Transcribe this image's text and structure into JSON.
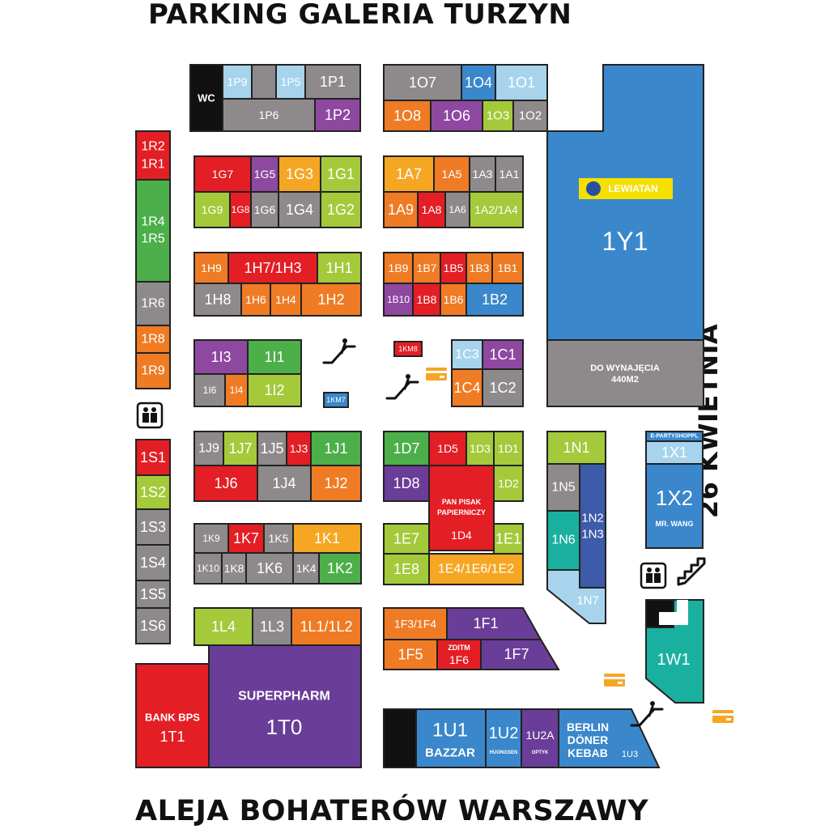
{
  "streets": {
    "top": "PARKING GALERIA TURZYN",
    "bottom": "ALEJA BOHATERÓW WARSZAWY",
    "right": "26 KWIETNIA"
  },
  "colors": {
    "gray": "#8e8a8b",
    "lightblue": "#a7d4ec",
    "blue": "#3a87cb",
    "purple": "#8e48a0",
    "violet": "#6a3d98",
    "orange": "#ef7b24",
    "yellow": "#f5a623",
    "lime": "#a4c93a",
    "green": "#4caf4a",
    "red": "#e31e24",
    "teal": "#1ab0a0",
    "navy": "#3d5ba8",
    "black": "#111111"
  },
  "units": {
    "WC": "WC",
    "1P9": "1P9",
    "1P5": "1P5",
    "1P1": "1P1",
    "1P6": "1P6",
    "1P2": "1P2",
    "1O7": "1O7",
    "1O4": "1O4",
    "1O1": "1O1",
    "1O8": "1O8",
    "1O6": "1O6",
    "1O3": "1O3",
    "1O2": "1O2",
    "1Y1": "1Y1",
    "LEWIATAN": "LEWIATAN",
    "RENT": "DO WYNAJĘCIA",
    "RENT_AREA": "440M2",
    "1R2": "1R2",
    "1R1": "1R1",
    "1R4": "1R4",
    "1R5": "1R5",
    "1R6": "1R6",
    "1R8": "1R8",
    "1R9": "1R9",
    "1G7": "1G7",
    "1G5": "1G5",
    "1G3": "1G3",
    "1G1": "1G1",
    "1G9": "1G9",
    "1G8": "1G8",
    "1G6": "1G6",
    "1G4": "1G4",
    "1G2": "1G2",
    "1A7": "1A7",
    "1A5": "1A5",
    "1A3": "1A3",
    "1A1": "1A1",
    "1A9": "1A9",
    "1A8": "1A8",
    "1A6": "1A6",
    "1A2/1A4": "1A2/1A4",
    "1H9": "1H9",
    "1H7/1H3": "1H7/1H3",
    "1H1": "1H1",
    "1H8": "1H8",
    "1H6": "1H6",
    "1H4": "1H4",
    "1H2": "1H2",
    "1B9": "1B9",
    "1B7": "1B7",
    "1B5": "1B5",
    "1B3": "1B3",
    "1B1": "1B1",
    "1B10": "1B10",
    "1B8": "1B8",
    "1B6": "1B6",
    "1B2": "1B2",
    "1I3": "1I3",
    "1I1": "1I1",
    "1I6": "1I6",
    "1I4": "1I4",
    "1I2": "1I2",
    "1KM7": "1KM7",
    "1KM8": "1KM8",
    "1C3": "1C3",
    "1C1": "1C1",
    "1C4": "1C4",
    "1C2": "1C2",
    "1S1": "1S1",
    "1S2": "1S2",
    "1S3": "1S3",
    "1S4": "1S4",
    "1S5": "1S5",
    "1S6": "1S6",
    "1J9": "1J9",
    "1J7": "1J7",
    "1J5": "1J5",
    "1J3": "1J3",
    "1J1": "1J1",
    "1J6": "1J6",
    "1J4": "1J4",
    "1J2": "1J2",
    "1D7": "1D7",
    "1D5": "1D5",
    "1D3": "1D3",
    "1D1": "1D1",
    "1D8": "1D8",
    "1D2": "1D2",
    "PANPISAK1": "PAN PISAK",
    "PANPISAK2": "PAPIERNICZY",
    "1D4": "1D4",
    "1E7": "1E7",
    "1E1": "1E1",
    "1E8": "1E8",
    "1E4/1E6/1E2": "1E4/1E6/1E2",
    "1N1": "1N1",
    "1N5": "1N5",
    "1N6": "1N6",
    "1N2": "1N2",
    "1N3": "1N3",
    "1N7": "1N7",
    "EPARTY": "E-PARTYSHOPPL",
    "1X1": "1X1",
    "1X2": "1X2",
    "MRWANG": "MR. WANG",
    "1K9": "1K9",
    "1K7": "1K7",
    "1K5": "1K5",
    "1K1": "1K1",
    "1K10": "1K10",
    "1K8": "1K8",
    "1K6": "1K6",
    "1K4": "1K4",
    "1K2": "1K2",
    "1L4": "1L4",
    "1L3": "1L3",
    "1L1/1L2": "1L1/1L2",
    "1F3/1F4": "1F3/1F4",
    "1F1": "1F1",
    "1F5": "1F5",
    "ZDITM": "ZDITM",
    "1F6": "1F6",
    "1F7": "1F7",
    "BANKBPS": "BANK BPS",
    "1T1": "1T1",
    "SUPERPHARM": "SUPERPHARM",
    "1T0": "1T0",
    "1U1": "1U1",
    "BAZZAR": "BAZZAR",
    "1U2": "1U2",
    "HUONGSEN": "HUONGSEN",
    "1U2A": "1U2A",
    "OPTYK": "OPTYK",
    "BERLIN1": "BERLIN",
    "BERLIN2": "DÖNER",
    "BERLIN3": "KEBAB",
    "1U3": "1U3",
    "1W1": "1W1"
  },
  "icons": {
    "toilet": "toilet-icon",
    "escalator": "escalator-icon",
    "stairs": "stairs-icon",
    "atm": "atm-icon"
  }
}
